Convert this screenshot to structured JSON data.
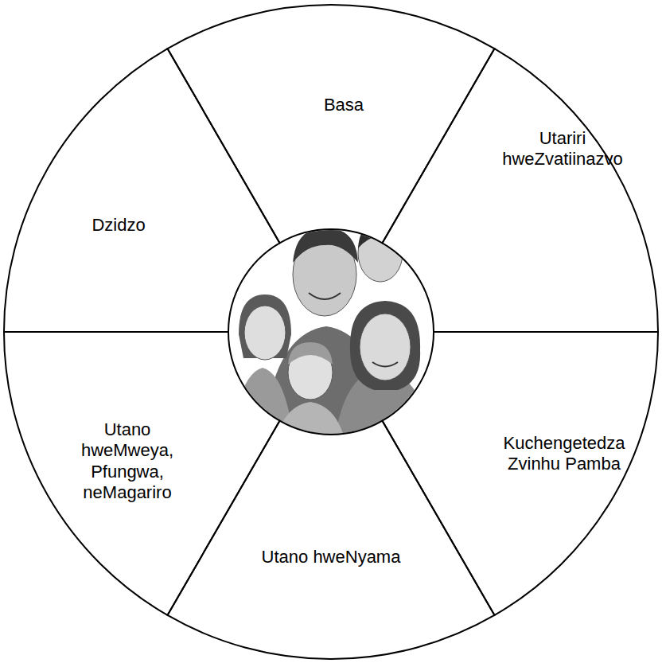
{
  "diagram": {
    "nodes": [
      {
        "text": [
          "Basa"
        ]
      },
      {
        "text": [
          "Utariri hweZvatiinazvo"
        ]
      },
      {
        "text": [
          "Kuchengetedza Zvinhu Pamba"
        ]
      },
      {
        "text": [
          "Utano hweNyama"
        ]
      },
      {
        "text": [
          "Utano hweMweya, Pfungwa, neMagariro"
        ]
      },
      {
        "text": [
          "Dzidzo"
        ]
      }
    ]
  }
}
